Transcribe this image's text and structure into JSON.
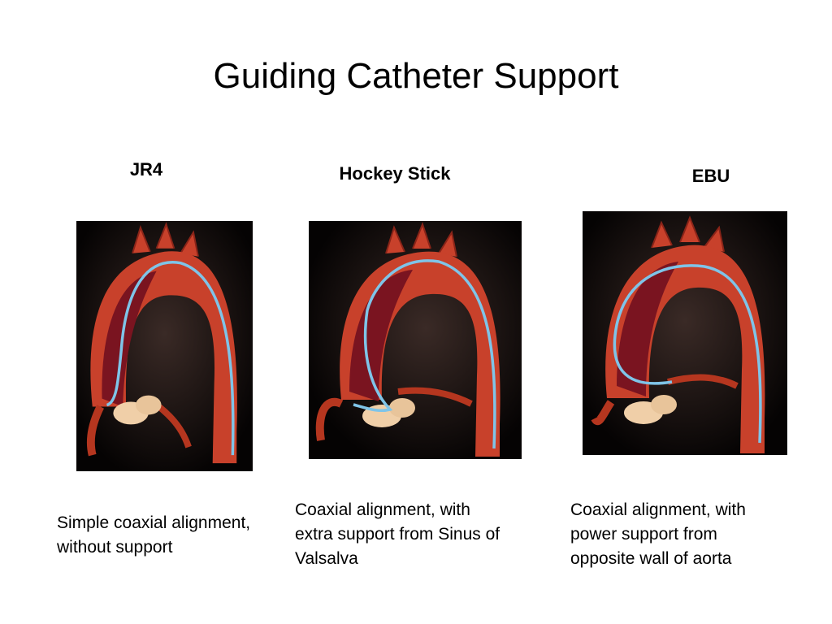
{
  "slide": {
    "title": "Guiding Catheter Support",
    "columns": [
      {
        "label": "JR4",
        "image_description": "Illustration of aortic arch with JR4 guiding catheter",
        "caption_lines": [
          "Simple coaxial alignment,",
          "without support"
        ]
      },
      {
        "label": "Hockey Stick",
        "image_description": "Illustration of aortic arch with Hockey Stick guiding catheter",
        "caption_lines": [
          "Coaxial alignment, with",
          "extra support from Sinus of",
          "Valsalva"
        ]
      },
      {
        "label": "EBU",
        "image_description": "Illustration of aortic arch with EBU guiding catheter",
        "caption_lines": [
          "Coaxial alignment, with",
          "power support from",
          "opposite wall of aorta"
        ]
      }
    ]
  },
  "colors": {
    "background": "#ffffff",
    "panel_background": "#050303",
    "aorta_outer": "#c8412b",
    "aorta_inner": "#7a1420",
    "catheter": "#7fc4e8",
    "valve": "#f0cfa8"
  }
}
